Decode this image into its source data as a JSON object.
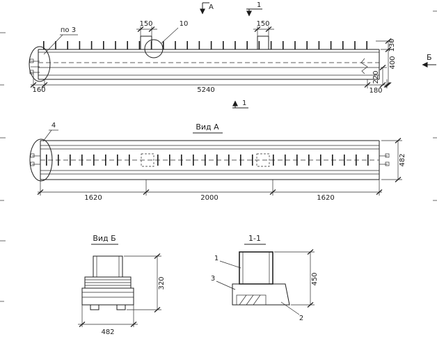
{
  "accent_color": "#1c1c1c",
  "elevation": {
    "mark_a": "А",
    "mark_1_top": "1",
    "mark_1_bottom": "1",
    "note_po3": "по 3",
    "dim_plate_left": "150",
    "note_10": "10",
    "dim_plate_right": "150",
    "dim_left": "160",
    "dim_total": "5240",
    "dim_right": "180",
    "dim_130": "130",
    "dim_400": "400",
    "dim_220": "220",
    "mark_b": "Б"
  },
  "view_a": {
    "title": "Вид А",
    "detail_4": "4",
    "dim_width": "482",
    "dim_seg1": "1620",
    "dim_seg2": "2000",
    "dim_seg3": "1620"
  },
  "view_b": {
    "title": "Вид Б",
    "dim_height": "320",
    "dim_width": "482"
  },
  "section_1_1": {
    "title": "1-1",
    "pos_1": "1",
    "pos_3": "3",
    "pos_2": "2",
    "dim_height": "450"
  }
}
